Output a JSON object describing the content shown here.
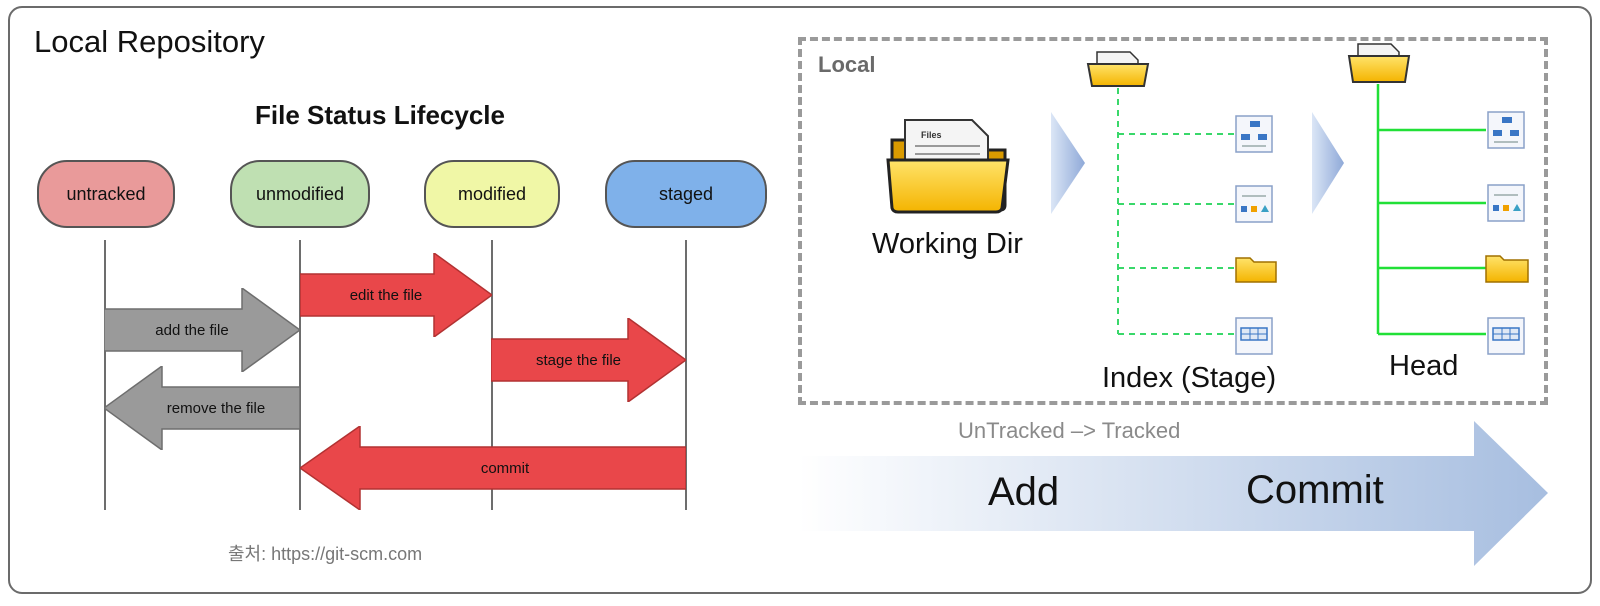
{
  "page_title": "Local Repository",
  "lifecycle": {
    "title": "File Status Lifecycle",
    "states": [
      {
        "label": "untracked",
        "color": "#e99a9a"
      },
      {
        "label": "unmodified",
        "color": "#bfe0b2"
      },
      {
        "label": "modified",
        "color": "#f0f7a6"
      },
      {
        "label": "staged",
        "color": "#7fb1ea"
      }
    ],
    "actions": {
      "add": "add the file",
      "edit": "edit the file",
      "stage": "stage the file",
      "remove": "remove the file",
      "commit": "commit"
    },
    "source": "출처: https://git-scm.com"
  },
  "local_diagram": {
    "box_label": "Local",
    "working_dir": "Working Dir",
    "index": "Index (Stage)",
    "head": "Head",
    "note": "UnTracked –> Tracked",
    "flow_add": "Add",
    "flow_commit": "Commit"
  }
}
